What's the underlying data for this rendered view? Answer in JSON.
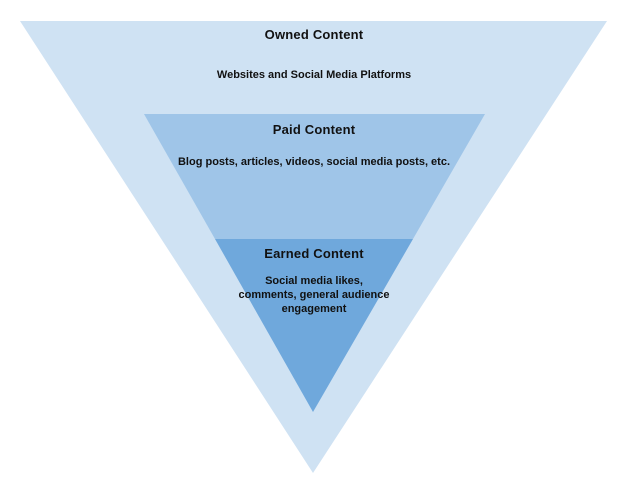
{
  "diagram": {
    "type": "inverted-pyramid",
    "background_color": "#ffffff",
    "text_color": "#111111",
    "layers": [
      {
        "title": "Owned Content",
        "description": "Websites and Social Media Platforms",
        "color": "#cfe2f3"
      },
      {
        "title": "Paid Content",
        "description": "Blog posts, articles, videos, social media posts, etc.",
        "color": "#9fc5e8"
      },
      {
        "title": "Earned Content",
        "description": "Social media likes, comments, general audience engagement",
        "color": "#6fa8dc"
      }
    ]
  }
}
